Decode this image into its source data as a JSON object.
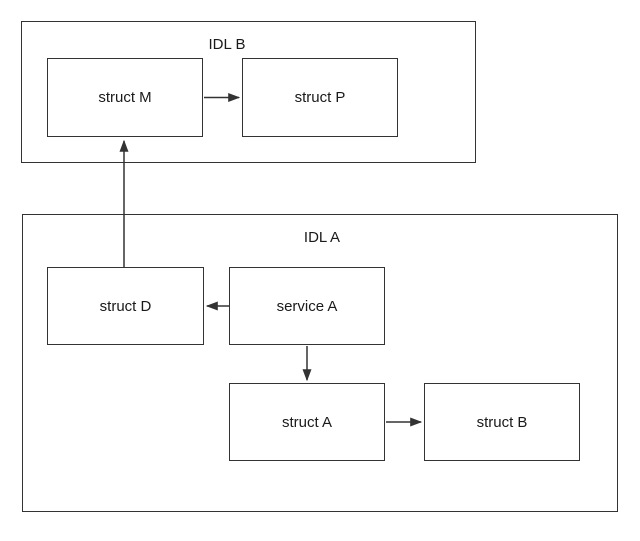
{
  "diagram": {
    "containers": [
      {
        "id": "idl-b",
        "label": "IDL B"
      },
      {
        "id": "idl-a",
        "label": "IDL A"
      }
    ],
    "nodes": [
      {
        "id": "struct-m",
        "label": "struct M",
        "container": "IDL B"
      },
      {
        "id": "struct-p",
        "label": "struct P",
        "container": "IDL B"
      },
      {
        "id": "struct-d",
        "label": "struct D",
        "container": "IDL A"
      },
      {
        "id": "service-a",
        "label": "service A",
        "container": "IDL A"
      },
      {
        "id": "struct-a",
        "label": "struct A",
        "container": "IDL A"
      },
      {
        "id": "struct-b",
        "label": "struct B",
        "container": "IDL A"
      }
    ],
    "edges": [
      {
        "from": "struct M",
        "to": "struct P",
        "direction": "right"
      },
      {
        "from": "struct D",
        "to": "struct M",
        "direction": "up"
      },
      {
        "from": "service A",
        "to": "struct D",
        "direction": "left"
      },
      {
        "from": "service A",
        "to": "struct A",
        "direction": "down"
      },
      {
        "from": "struct A",
        "to": "struct B",
        "direction": "right"
      }
    ],
    "colors": {
      "stroke": "#333333",
      "text": "#1a1a1a",
      "background": "#ffffff"
    }
  }
}
